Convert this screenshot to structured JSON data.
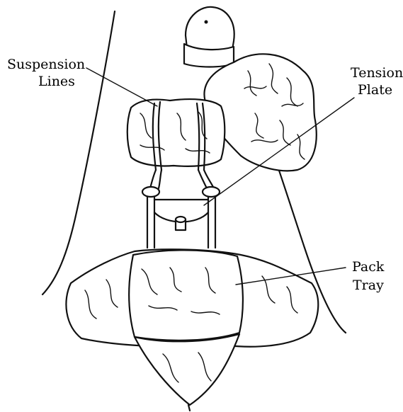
{
  "figure": {
    "labels": {
      "suspension_line1": "Suspension",
      "suspension_line2": "Lines",
      "tension_line1": "Tension",
      "tension_line2": "Plate",
      "pack_line1": "Pack",
      "pack_line2": "Tray"
    }
  }
}
